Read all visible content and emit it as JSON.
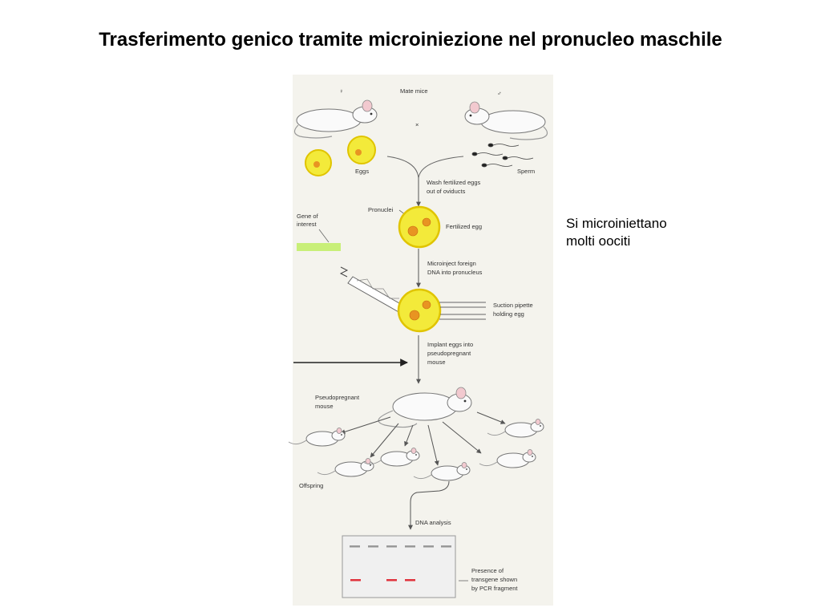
{
  "slide": {
    "title": "Trasferimento genico tramite microiniezione nel pronucleo maschile",
    "note_line1": "Si microiniettano",
    "note_line2": "molti oociti"
  },
  "diagram": {
    "female_symbol": "♀",
    "male_symbol": "♂",
    "cross_symbol": "×",
    "mate_mice": "Mate mice",
    "eggs": "Eggs",
    "sperm": "Sperm",
    "wash_1": "Wash fertilized eggs",
    "wash_2": "out of oviducts",
    "pronuclei": "Pronuclei",
    "fertilized_egg": "Fertilized egg",
    "gene_1": "Gene of",
    "gene_2": "interest",
    "microinject_1": "Microinject foreign",
    "microinject_2": "DNA into pronucleus",
    "suction_1": "Suction pipette",
    "suction_2": "holding egg",
    "implant_1": "Implant eggs into",
    "implant_2": "pseudopregnant",
    "implant_3": "mouse",
    "pseudo_1": "Pseudopregnant",
    "pseudo_2": "mouse",
    "offspring": "Offspring",
    "dna_analysis": "DNA analysis",
    "presence_1": "Presence of",
    "presence_2": "transgene shown",
    "presence_3": "by PCR fragment"
  },
  "colors": {
    "egg_fill": "#f3ea3a",
    "egg_ring": "#e0c400",
    "pronucleus": "#e89422",
    "gene_bar": "#c8ef78",
    "pcr_band": "#e0333d",
    "panel_bg": "#f4f3ed"
  }
}
